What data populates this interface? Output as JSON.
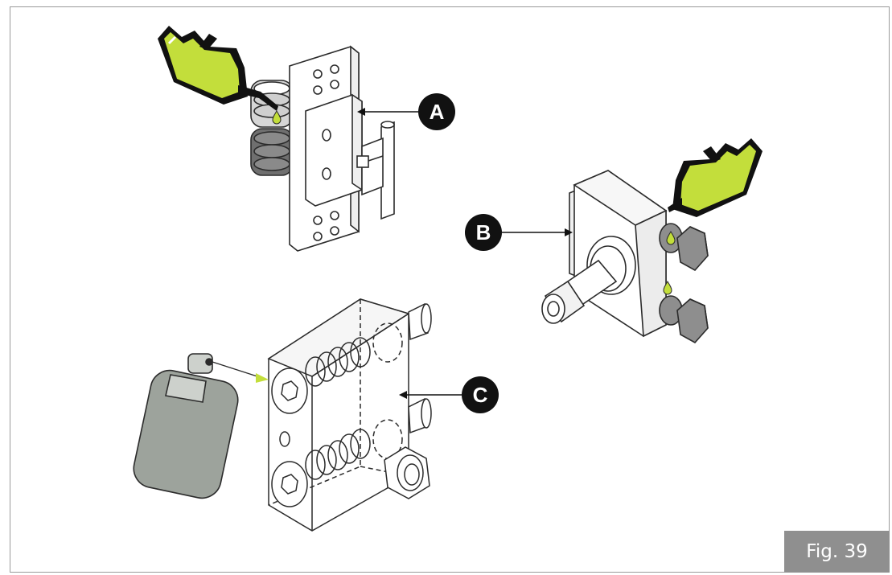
{
  "callouts": {
    "a": "A",
    "b": "B",
    "c": "C"
  },
  "figure_label": "Fig. 39",
  "colors": {
    "oil": "#c3de3b",
    "spray_can": "#9da39c",
    "bolt": "#8e8e8e",
    "outline": "#2b2b2b",
    "callout": "#111111"
  },
  "icons": [
    "oil-can-icon",
    "spray-can-icon",
    "oil-drop-icon"
  ]
}
